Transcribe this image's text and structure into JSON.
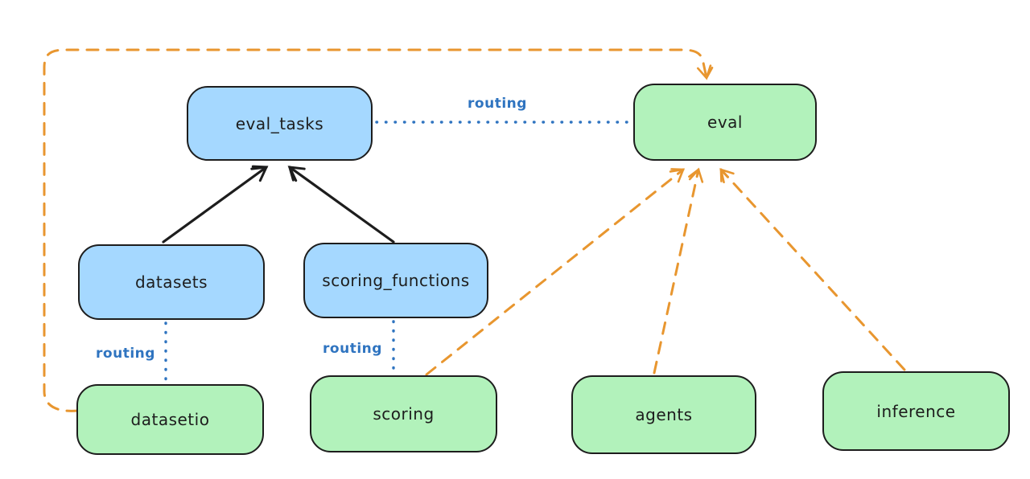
{
  "diagram": {
    "palette": {
      "background": "#ffffff",
      "blue_fill": "#a5d8ff",
      "green_fill": "#b2f2bb",
      "node_stroke": "#1d1d1d",
      "arrow_color": "#1d1d1d",
      "routing_color": "#2f74c0",
      "orange_color": "#e8962f"
    },
    "nodes": [
      {
        "id": "eval_tasks",
        "label": "eval_tasks",
        "fill": "blue"
      },
      {
        "id": "eval",
        "label": "eval",
        "fill": "green"
      },
      {
        "id": "datasets",
        "label": "datasets",
        "fill": "blue"
      },
      {
        "id": "scoring_functions",
        "label": "scoring_functions",
        "fill": "blue"
      },
      {
        "id": "datasetio",
        "label": "datasetio",
        "fill": "green"
      },
      {
        "id": "scoring",
        "label": "scoring",
        "fill": "green"
      },
      {
        "id": "agents",
        "label": "agents",
        "fill": "green"
      },
      {
        "id": "inference",
        "label": "inference",
        "fill": "green"
      }
    ],
    "edges": [
      {
        "from": "datasets",
        "to": "eval_tasks",
        "style": "solid-black-arrow",
        "label": ""
      },
      {
        "from": "scoring_functions",
        "to": "eval_tasks",
        "style": "solid-black-arrow",
        "label": ""
      },
      {
        "from": "eval_tasks",
        "to": "eval",
        "style": "dotted-blue",
        "label": "routing"
      },
      {
        "from": "datasets",
        "to": "datasetio",
        "style": "dotted-blue",
        "label": "routing"
      },
      {
        "from": "scoring_functions",
        "to": "scoring",
        "style": "dotted-blue",
        "label": "routing"
      },
      {
        "from": "datasetio",
        "to": "eval",
        "style": "dashed-orange-arrow",
        "label": ""
      },
      {
        "from": "scoring",
        "to": "eval",
        "style": "dashed-orange-arrow",
        "label": ""
      },
      {
        "from": "agents",
        "to": "eval",
        "style": "dashed-orange-arrow",
        "label": ""
      },
      {
        "from": "inference",
        "to": "eval",
        "style": "dashed-orange-arrow",
        "label": ""
      }
    ]
  }
}
